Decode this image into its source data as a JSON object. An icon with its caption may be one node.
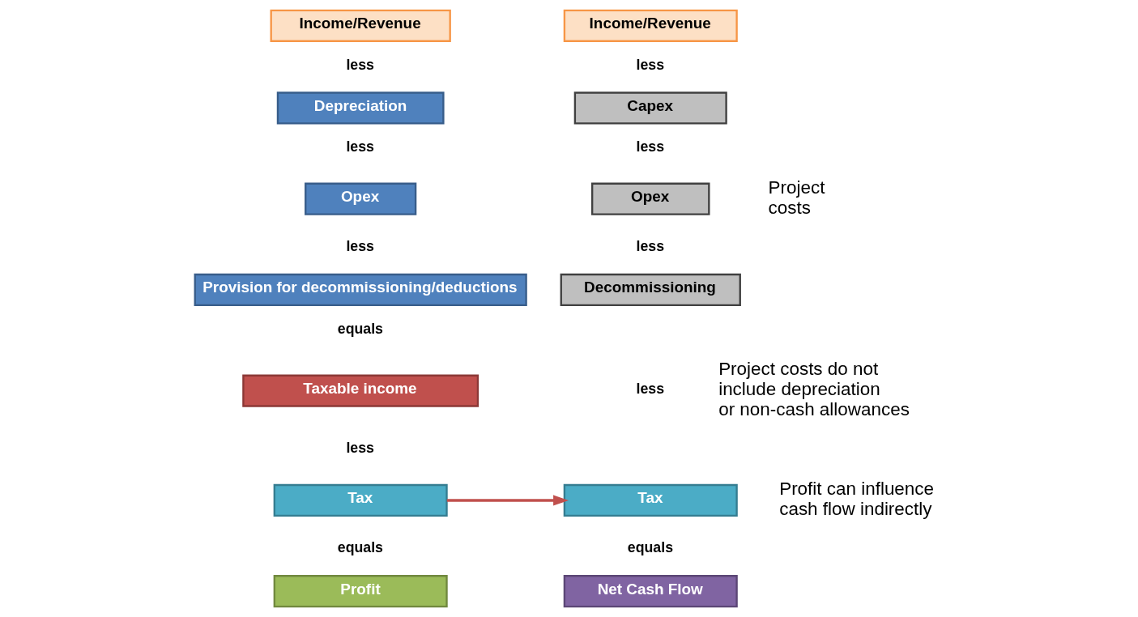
{
  "diagram": {
    "nodes": [
      {
        "text": [
          "Income/Revenue"
        ]
      },
      {
        "text": [
          "Depreciation"
        ]
      },
      {
        "text": [
          "Opex"
        ]
      },
      {
        "text": [
          "Provision for decommissioning/deductions"
        ]
      },
      {
        "text": [
          "Taxable income"
        ]
      },
      {
        "text": [
          "Tax"
        ]
      },
      {
        "text": [
          "Profit"
        ]
      },
      {
        "text": [
          "Income/Revenue"
        ]
      },
      {
        "text": [
          "Capex"
        ]
      },
      {
        "text": [
          "Opex"
        ]
      },
      {
        "text": [
          "Decommissioning"
        ]
      },
      {
        "text": [
          "Tax"
        ]
      },
      {
        "text": [
          "Net Cash Flow"
        ]
      }
    ],
    "edges": [
      {
        "from": 5,
        "to": 11,
        "arrow": "to",
        "color": "#c0504d"
      }
    ],
    "labels": [
      "less",
      "less",
      "less",
      "less",
      "Project costs",
      "less",
      "less",
      "Project costs do not include depreciation or non-cash allowances",
      "equals",
      "less",
      "less",
      "Profit can influence cash flow indirectly",
      "equals",
      "equals"
    ]
  }
}
